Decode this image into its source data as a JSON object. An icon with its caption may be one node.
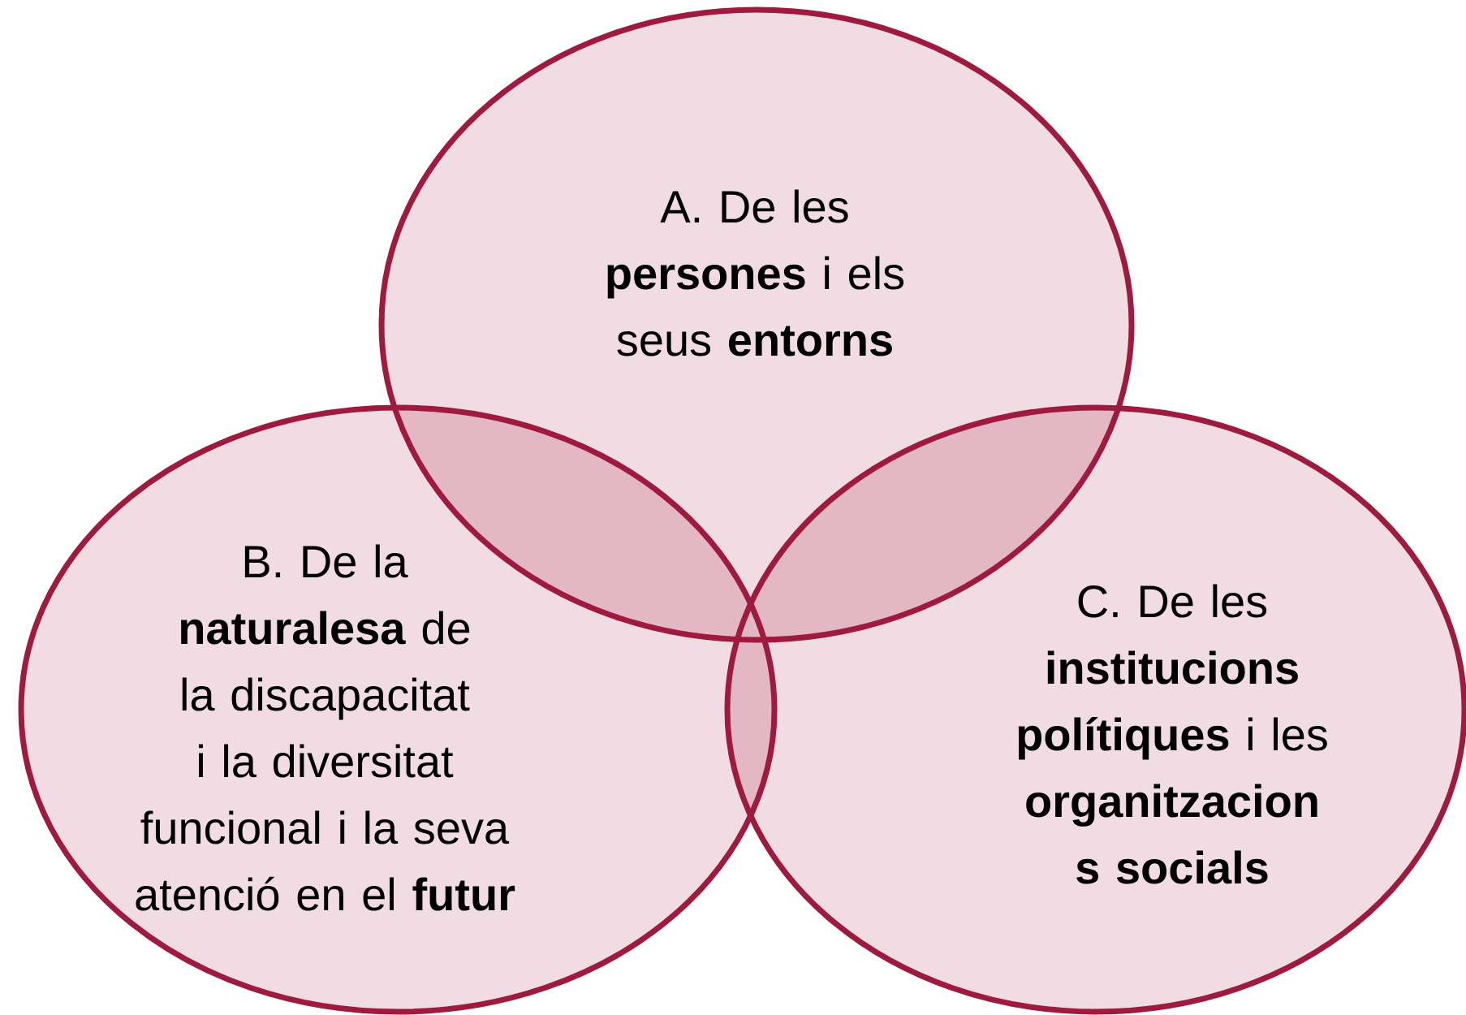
{
  "diagram": {
    "nodes": [
      {
        "text": [
          "A. De les **persones** i els seus **entorns**"
        ]
      },
      {
        "text": [
          "B. De la **naturalesa** de la discapacitat i la diversitat funcional i la seva atenció en el **futur**"
        ]
      },
      {
        "text": [
          "C. De les **institucions polítiques** i les **organitzacion s socials**"
        ]
      }
    ]
  }
}
